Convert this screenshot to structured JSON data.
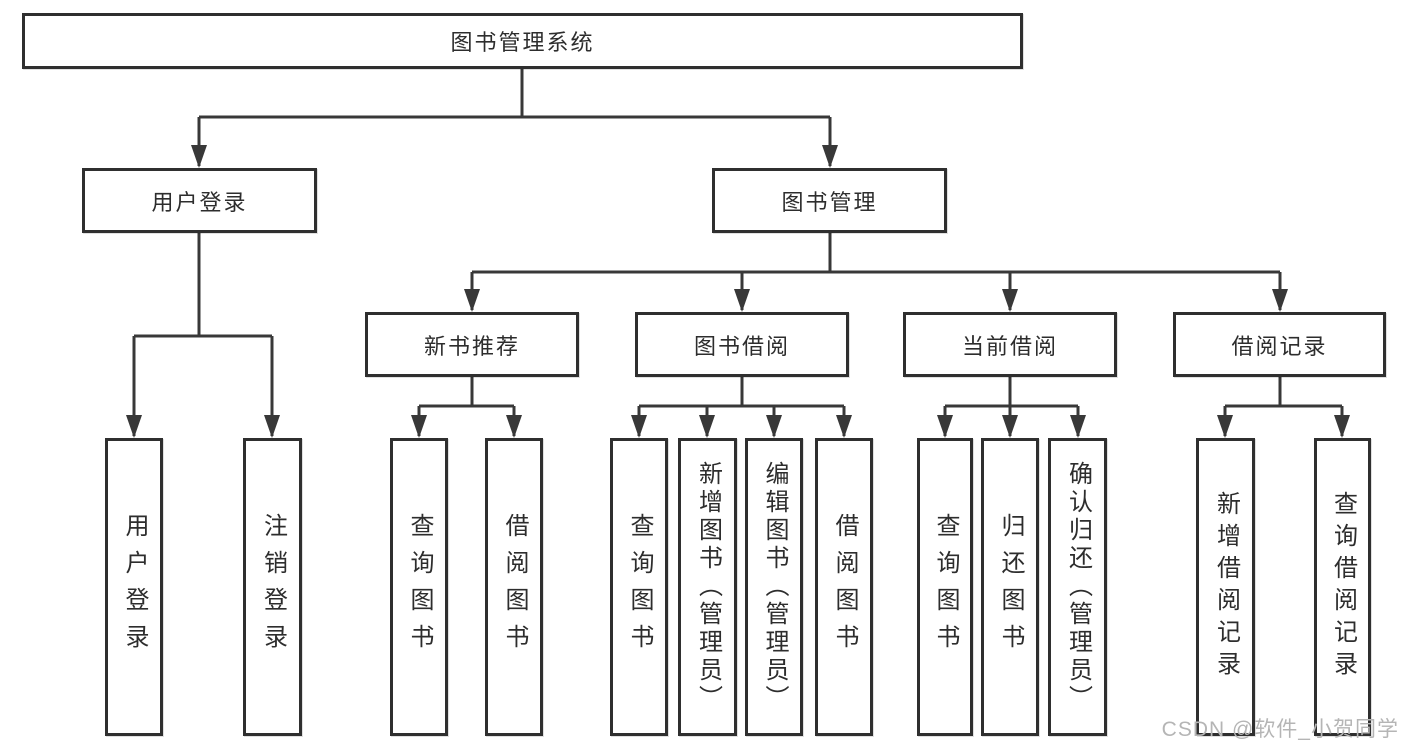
{
  "tree": {
    "root": {
      "label": "图书管理系统"
    },
    "branches": [
      {
        "label": "用户登录",
        "children": [
          {
            "label": "用户登录"
          },
          {
            "label": "注销登录"
          }
        ]
      },
      {
        "label": "图书管理",
        "children": [
          {
            "label": "新书推荐",
            "children": [
              {
                "label": "查询图书"
              },
              {
                "label": "借阅图书"
              }
            ]
          },
          {
            "label": "图书借阅",
            "children": [
              {
                "label": "查询图书"
              },
              {
                "label": "新增图书（管理员）"
              },
              {
                "label": "编辑图书（管理员）"
              },
              {
                "label": "借阅图书"
              }
            ]
          },
          {
            "label": "当前借阅",
            "children": [
              {
                "label": "查询图书"
              },
              {
                "label": "归还图书"
              },
              {
                "label": "确认归还（管理员）"
              }
            ]
          },
          {
            "label": "借阅记录",
            "children": [
              {
                "label": "新增借阅记录"
              },
              {
                "label": "查询借阅记录"
              }
            ]
          }
        ]
      }
    ]
  },
  "watermark": {
    "text": "CSDN @软件_小贺同学"
  },
  "colors": {
    "line": "#383838",
    "box_border": "#2f2f2f",
    "box_fill": "#ffffff",
    "text": "#2d2d2d",
    "watermark": "#b5b5b5"
  }
}
